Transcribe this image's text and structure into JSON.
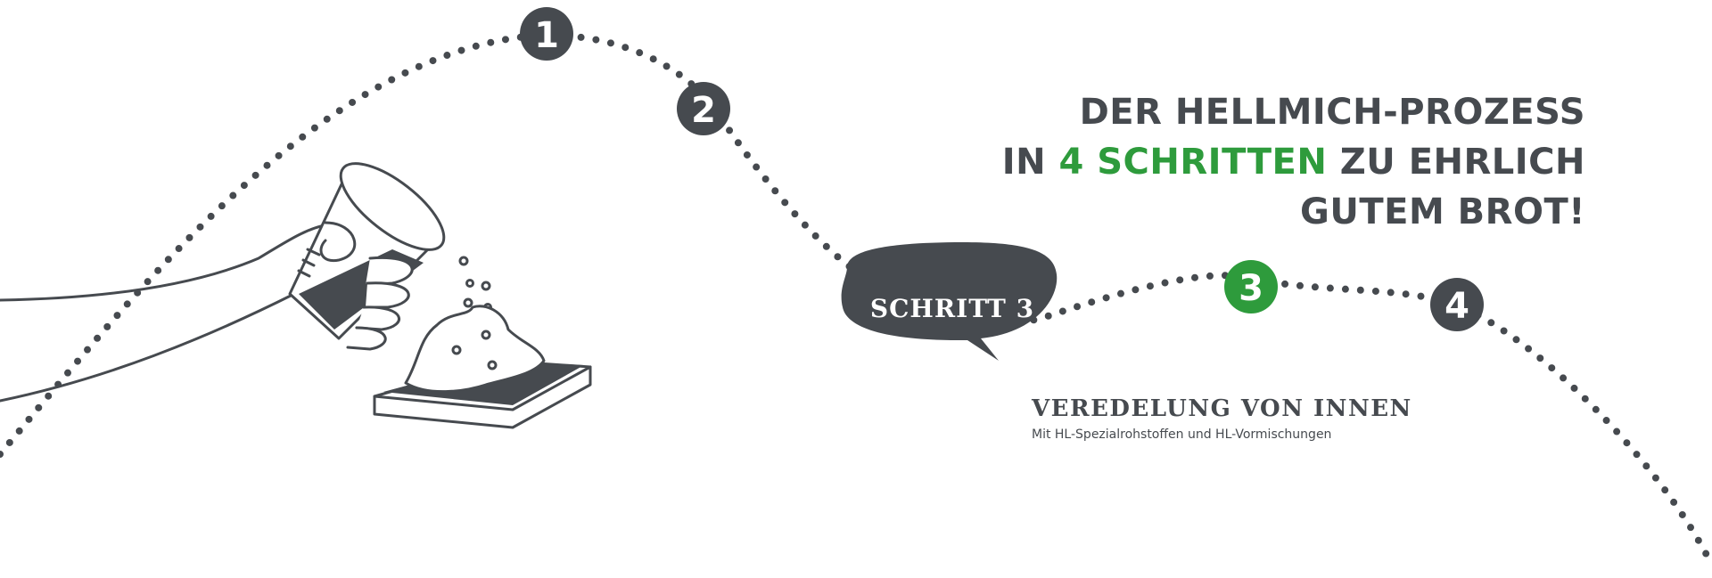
{
  "heading": {
    "line1": "DER HELLMICH-PROZESS",
    "line2_prefix": "IN ",
    "line2_accent": "4 SCHRITTEN",
    "line2_suffix": " ZU EHRLICH",
    "line3": "GUTEM BROT!"
  },
  "steps": [
    {
      "number": "1",
      "active": false
    },
    {
      "number": "2",
      "active": false
    },
    {
      "number": "3",
      "active": true
    },
    {
      "number": "4",
      "active": false
    }
  ],
  "current_step": {
    "bubble_label": "SCHRITT 3",
    "title": "VEREDELUNG VON INNEN",
    "subtitle": "Mit HL-Spezialrohstoffen und HL-Vormischungen"
  },
  "colors": {
    "dark": "#464a4f",
    "accent": "#2e9b3c",
    "background": "#ffffff"
  },
  "icons": {
    "illustration": "hand-pouring-cup-onto-board-icon"
  }
}
